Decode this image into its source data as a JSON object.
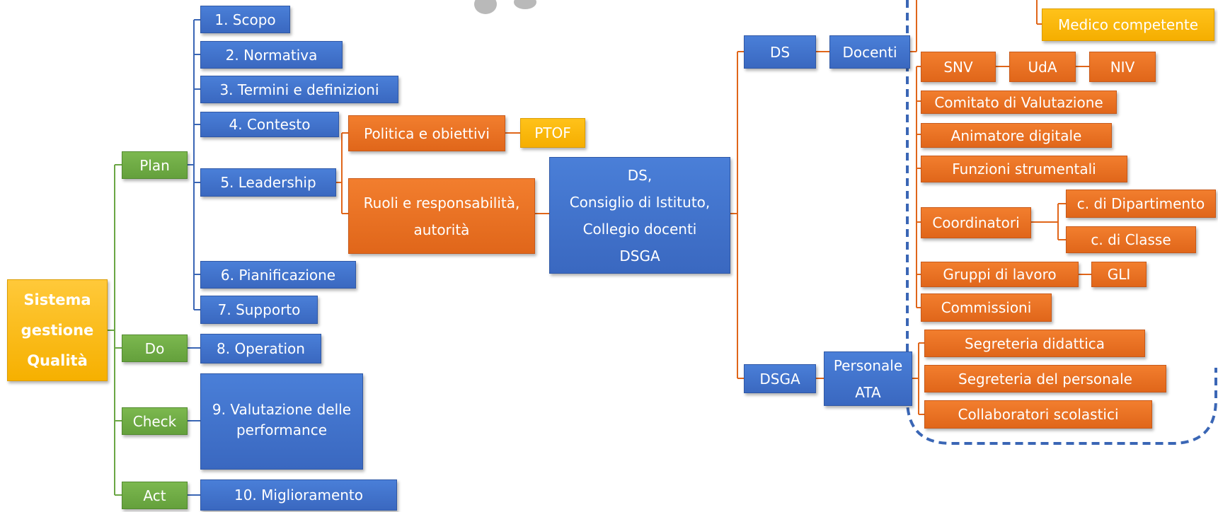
{
  "root": "Sistema\ngestione\nQualità",
  "phases": {
    "plan": "Plan",
    "do": "Do",
    "check": "Check",
    "act": "Act"
  },
  "clauses": [
    "1. Scopo",
    "2. Normativa",
    "3. Termini e definizioni",
    "4. Contesto",
    "5. Leadership",
    "6. Pianificazione",
    "7. Supporto",
    "8. Operation",
    "9. Valutazione delle\nperformance",
    "10. Miglioramento"
  ],
  "leadership": {
    "politica": "Politica e obiettivi",
    "ptof": "PTOF",
    "ruoli": "Ruoli e responsabilità,\nautorità",
    "organi": "DS,\nConsiglio di Istituto,\nCollegio docenti\nDSGA"
  },
  "org": {
    "ds": "DS",
    "docenti": "Docenti",
    "dsga": "DSGA",
    "personale_ata": "Personale\nATA"
  },
  "docenti_items": {
    "medico": "Medico competente",
    "snv": "SNV",
    "uda": "UdA",
    "niv": "NIV",
    "comitato": "Comitato di Valutazione",
    "animatore": "Animatore digitale",
    "funzioni": "Funzioni strumentali",
    "coordinatori": "Coordinatori",
    "c_dipartimento": "c. di Dipartimento",
    "c_classe": "c. di Classe",
    "gruppi": "Gruppi di lavoro",
    "gli": "GLI",
    "commissioni": "Commissioni"
  },
  "ata_items": [
    "Segreteria didattica",
    "Segreteria del personale",
    "Collaboratori scolastici"
  ],
  "colors": {
    "blue": "#3a68c0",
    "green": "#64a03c",
    "orange": "#e0661a",
    "gold": "#f5ae00",
    "dashed_border": "#3a66b5"
  }
}
